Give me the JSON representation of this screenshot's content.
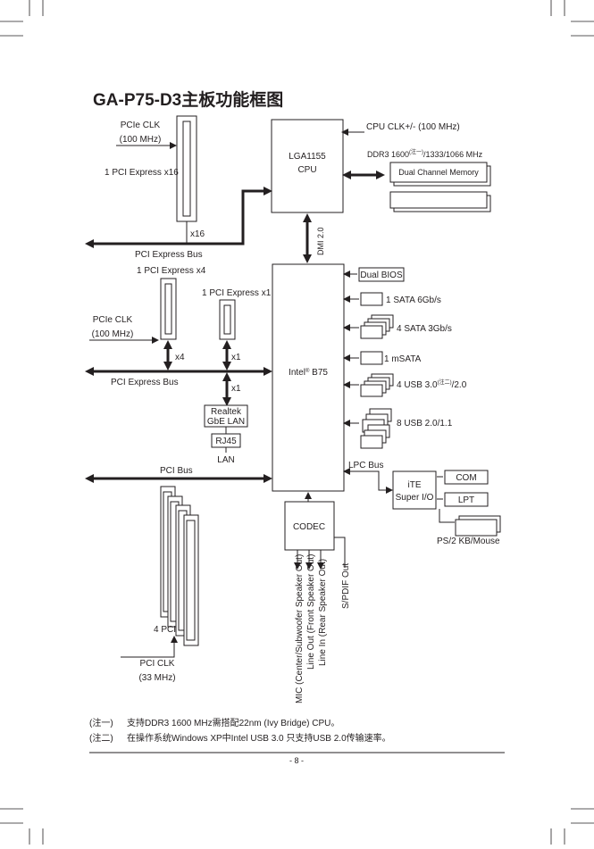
{
  "title": {
    "model": "GA-P75-D3",
    "suffix": "主板功能框图"
  },
  "cpu": {
    "socket": "LGA1155",
    "label": "CPU",
    "clk": "CPU CLK+/- (100 MHz)",
    "ddr3_prefix": "DDR3 1600",
    "ddr3_note": "(注一)",
    "ddr3_suffix": "/1333/1066 MHz",
    "memory": "Dual Channel Memory"
  },
  "pcie_top": {
    "clk_line1": "PCIe CLK",
    "clk_line2": "(100 MHz)",
    "slot_label": "1 PCI Express x16",
    "lane": "x16",
    "bus": "PCI Express Bus"
  },
  "dmi": "DMI 2.0",
  "chipset": {
    "name": "Intel",
    "reg": "®",
    "model": "B75"
  },
  "pcie_mid": {
    "x4_label": "1 PCI Express x4",
    "x1_label": "1 PCI Express x1",
    "clk_line1": "PCIe CLK",
    "clk_line2": "(100 MHz)",
    "lane_x4": "x4",
    "lane_x1": "x1",
    "lane_x1_lan": "x1",
    "bus": "PCI Express Bus"
  },
  "lan": {
    "chip_line1": "Realtek",
    "chip_line2": "GbE LAN",
    "connector": "RJ45",
    "label": "LAN"
  },
  "right_side": {
    "bios": "Dual BIOS",
    "sata6": "1 SATA 6Gb/s",
    "sata3": "4 SATA 3Gb/s",
    "msata": "1 mSATA",
    "usb3_prefix": "4 USB 3.0",
    "usb3_note": "(注二)",
    "usb3_suffix": "/2.0",
    "usb2": "8 USB 2.0/1.1",
    "lpc": "LPC Bus"
  },
  "superio": {
    "line1": "iTE",
    "line2": "Super I/O",
    "com": "COM",
    "lpt": "LPT",
    "ps2": "PS/2 KB/Mouse"
  },
  "pci": {
    "bus": "PCI Bus",
    "slots": "4 PCI",
    "clk_line1": "PCI CLK",
    "clk_line2": "(33 MHz)"
  },
  "codec": {
    "label": "CODEC",
    "outputs": [
      "MIC (Center/Subwoofer Speaker Out)",
      "Line Out (Front Speaker Out)",
      "Line In (Rear Speaker Out)",
      "S/PDIF Out"
    ]
  },
  "notes": [
    {
      "mark": "(注一)",
      "text": "支持DDR3 1600 MHz需搭配22nm (Ivy Bridge) CPU。"
    },
    {
      "mark": "(注二)",
      "text": "在操作系统Windows XP中Intel USB 3.0 只支持USB 2.0传输速率。"
    }
  ],
  "page_number": "- 8 -"
}
